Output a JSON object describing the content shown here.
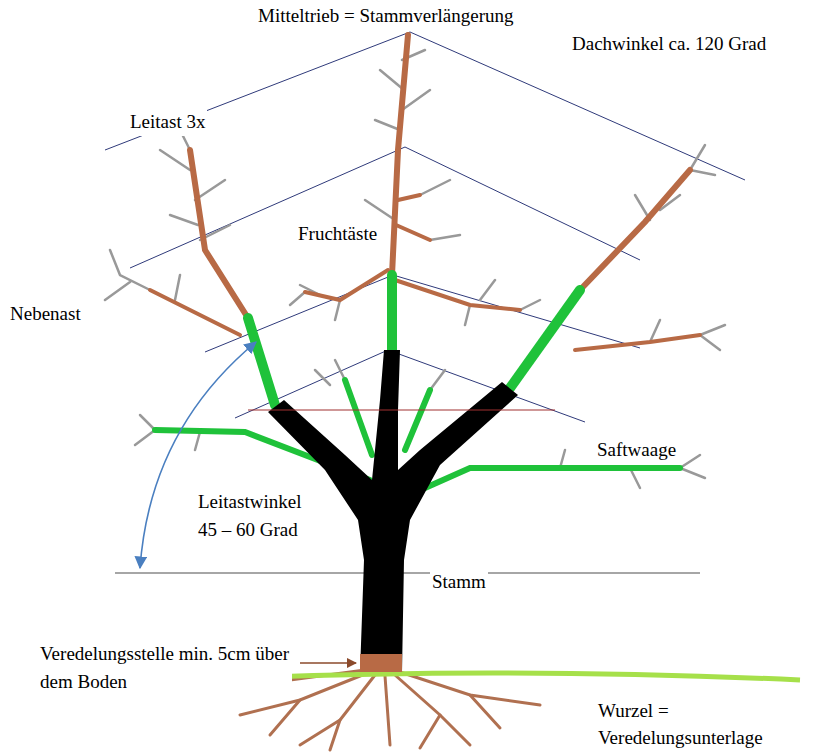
{
  "diagram": {
    "labels": [
      "Mitteltrieb = Stammverlängerung",
      "Dachwinkel ca. 120 Grad",
      "Leitast 3x",
      "Fruchtäste",
      "Nebenast",
      "Saftwaage",
      "Leitastwinkel 45 – 60 Grad",
      "Stamm",
      "Veredelungsstelle min. 5cm über dem Boden",
      "Wurzel = Veredelungsunterlage"
    ]
  }
}
